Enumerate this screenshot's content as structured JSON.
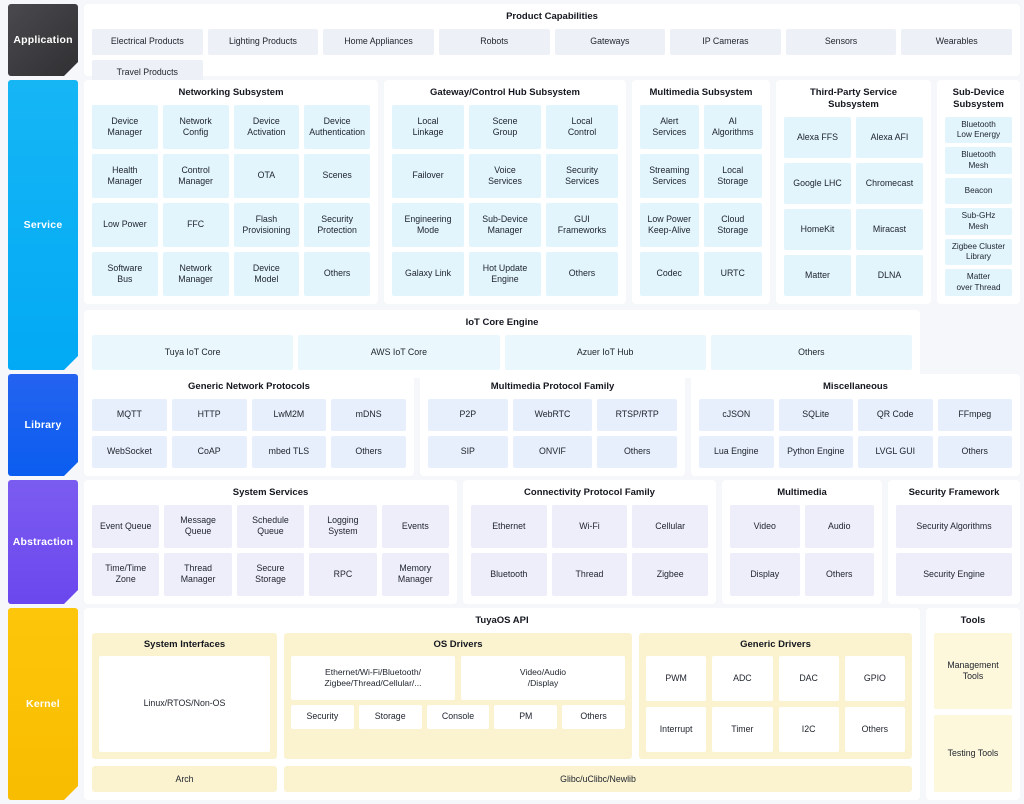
{
  "layers": {
    "application": "Application",
    "service": "Service",
    "library": "Library",
    "abstraction": "Abstraction",
    "kernel": "Kernel"
  },
  "colors": {
    "application_chip": "#303033",
    "service_chip": "#02a9f4",
    "library_chip": "#0a5df0",
    "abstraction_chip": "#6a47ee",
    "kernel_chip": "#f8bc00",
    "page_background": "#f6f7fa",
    "panel_background": "#ffffff",
    "application_tile": "#eef0f7",
    "service_tile": "#e2f5fd",
    "library_tile": "#e6effb",
    "abstraction_tile": "#eeeefa",
    "kernel_tile": "#fbf3cf",
    "kernel_inner_tile": "#ffffff"
  },
  "application": {
    "title": "Product Capabilities",
    "tiles": [
      "Electrical Products",
      "Lighting Products",
      "Home Appliances",
      "Robots",
      "Gateways",
      "IP Cameras",
      "Sensors",
      "Wearables",
      "Travel Products"
    ]
  },
  "service": {
    "networking": {
      "title": "Networking Subsystem",
      "tiles": [
        "Device\nManager",
        "Network\nConfig",
        "Device\nActivation",
        "Device\nAuthentication",
        "Health\nManager",
        "Control\nManager",
        "OTA",
        "Scenes",
        "Low Power",
        "FFC",
        "Flash\nProvisioning",
        "Security\nProtection",
        "Software\nBus",
        "Network\nManager",
        "Device\nModel",
        "Others"
      ]
    },
    "gateway": {
      "title": "Gateway/Control Hub Subsystem",
      "tiles": [
        "Local\nLinkage",
        "Scene\nGroup",
        "Local\nControl",
        "Failover",
        "Voice\nServices",
        "Security\nServices",
        "Engineering\nMode",
        "Sub-Device\nManager",
        "GUI\nFrameworks",
        "Galaxy Link",
        "Hot Update\nEngine",
        "Others"
      ]
    },
    "multimedia": {
      "title": "Multimedia Subsystem",
      "tiles": [
        "Alert\nServices",
        "AI\nAlgorithms",
        "Streaming\nServices",
        "Local\nStorage",
        "Low Power\nKeep-Alive",
        "Cloud\nStorage",
        "Codec",
        "URTC"
      ]
    },
    "thirdparty": {
      "title": "Third-Party Service Subsystem",
      "tiles": [
        "Alexa FFS",
        "Alexa AFI",
        "Google LHC",
        "Chromecast",
        "HomeKit",
        "Miracast",
        "Matter",
        "DLNA"
      ]
    },
    "subdevice": {
      "title": "Sub-Device\nSubsystem",
      "tiles": [
        "Bluetooth\nLow Energy",
        "Bluetooth\nMesh",
        "Beacon",
        "Sub-GHz\nMesh",
        "Zigbee Cluster\nLibrary",
        "Matter\nover Thread"
      ]
    },
    "core_engine": {
      "title": "IoT Core Engine",
      "tiles": [
        "Tuya IoT Core",
        "AWS IoT Core",
        "Azuer IoT Hub",
        "Others"
      ]
    }
  },
  "library": {
    "generic_network": {
      "title": "Generic Network Protocols",
      "tiles": [
        "MQTT",
        "HTTP",
        "LwM2M",
        "mDNS",
        "WebSocket",
        "CoAP",
        "mbed TLS",
        "Others"
      ]
    },
    "multimedia_protocol": {
      "title": "Multimedia Protocol Family",
      "tiles": [
        "P2P",
        "WebRTC",
        "RTSP/RTP",
        "SIP",
        "ONVIF",
        "Others"
      ]
    },
    "miscellaneous": {
      "title": "Miscellaneous",
      "tiles": [
        "cJSON",
        "SQLite",
        "QR Code",
        "FFmpeg",
        "Lua Engine",
        "Python Engine",
        "LVGL GUI",
        "Others"
      ]
    }
  },
  "abstraction": {
    "system_services": {
      "title": "System Services",
      "tiles": [
        "Event Queue",
        "Message\nQueue",
        "Schedule\nQueue",
        "Logging\nSystem",
        "Events",
        "Time/Time\nZone",
        "Thread\nManager",
        "Secure\nStorage",
        "RPC",
        "Memory\nManager"
      ]
    },
    "connectivity": {
      "title": "Connectivity Protocol Family",
      "tiles": [
        "Ethernet",
        "Wi-Fi",
        "Cellular",
        "Bluetooth",
        "Thread",
        "Zigbee"
      ]
    },
    "multimedia": {
      "title": "Multimedia",
      "tiles": [
        "Video",
        "Audio",
        "Display",
        "Others"
      ]
    },
    "security": {
      "title": "Security Framework",
      "tiles": [
        "Security Algorithms",
        "Security Engine"
      ]
    }
  },
  "kernel": {
    "title": "TuyaOS API",
    "system_interfaces": {
      "title": "System Interfaces",
      "tiles": [
        "Linux/RTOS/Non-OS"
      ]
    },
    "os_drivers": {
      "title": "OS Drivers",
      "top_tiles": [
        "Ethernet/Wi-Fi/Bluetooth/\nZigbee/Thread/Cellular/...",
        "Video/Audio\n/Display"
      ],
      "bottom_tiles": [
        "Security",
        "Storage",
        "Console",
        "PM",
        "Others"
      ]
    },
    "generic_drivers": {
      "title": "Generic Drivers",
      "tiles": [
        "PWM",
        "ADC",
        "DAC",
        "GPIO",
        "Interrupt",
        "Timer",
        "I2C",
        "Others"
      ]
    },
    "bottom": {
      "arch": "Arch",
      "libc": "Glibc/uClibc/Newlib"
    },
    "tools": {
      "title": "Tools",
      "tiles": [
        "Management\nTools",
        "Testing Tools"
      ]
    }
  }
}
